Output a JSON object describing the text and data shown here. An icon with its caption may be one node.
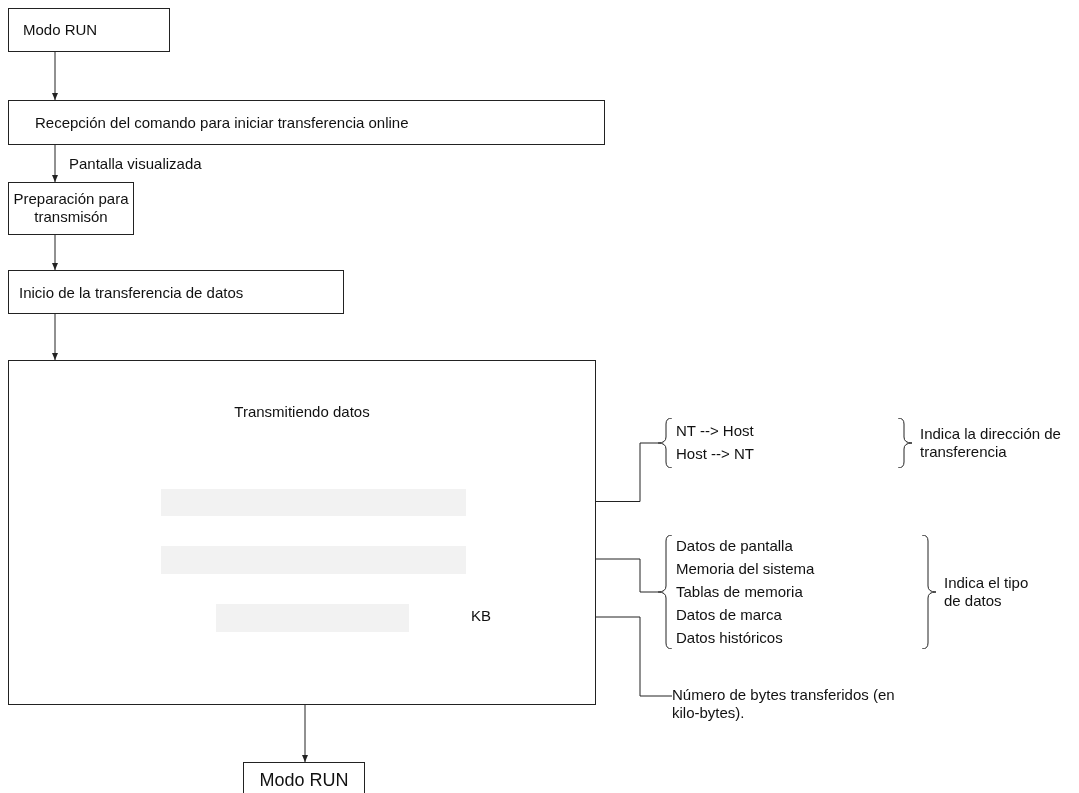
{
  "diagram": {
    "nodes": [
      {
        "text": [
          "Modo RUN"
        ]
      },
      {
        "text": [
          "Recepción del comando para iniciar transferencia online"
        ]
      },
      {
        "text": [
          "Preparación para transmisón"
        ]
      },
      {
        "text": [
          "Inicio de la transferencia de datos"
        ]
      },
      {
        "text": [
          "Transmitiendo datos"
        ]
      },
      {
        "text": [],
        "shape": "bar",
        "in": 4
      },
      {
        "text": [],
        "shape": "bar",
        "in": 4
      },
      {
        "text": [],
        "shape": "bar",
        "in": 4
      },
      {
        "text": [
          "KB"
        ],
        "in": 4
      },
      {
        "text": [
          "Modo RUN"
        ]
      },
      {
        "text": [
          "NT --> Host",
          "Host --> NT"
        ]
      },
      {
        "text": [
          "Datos de pantalla",
          "Memoria del sistema",
          "Tablas de memoria",
          "Datos de marca",
          "Datos históricos"
        ]
      },
      {
        "text": [
          "Número de bytes transferidos (en kilo-bytes)."
        ]
      }
    ],
    "edges": [
      {
        "from": 0,
        "to": 1,
        "arrow": "to"
      },
      {
        "from": 1,
        "to": 2,
        "arrow": "to",
        "label": "Pantalla visualizada"
      },
      {
        "from": 2,
        "to": 3,
        "arrow": "to"
      },
      {
        "from": 3,
        "to": 4,
        "arrow": "to"
      },
      {
        "from": 4,
        "to": 9,
        "arrow": "to"
      },
      {
        "from": 5,
        "to": 10,
        "arrow": "none"
      },
      {
        "from": 6,
        "to": 11,
        "arrow": "none"
      },
      {
        "from": 8,
        "to": 12,
        "arrow": "none"
      }
    ],
    "labels": [
      "Indica la dirección de transferencia",
      "Indica el tipo de datos"
    ]
  }
}
